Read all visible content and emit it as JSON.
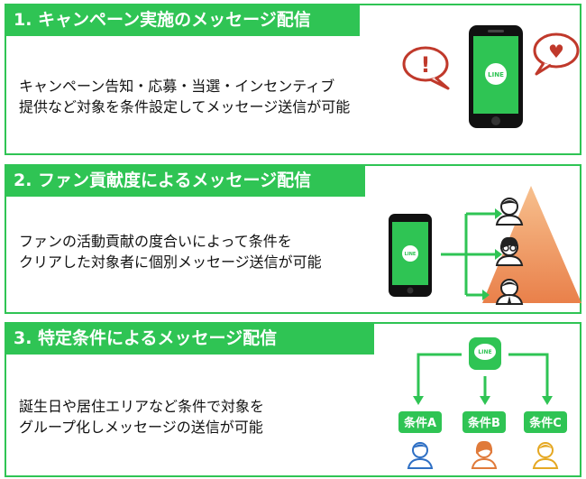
{
  "sections": [
    {
      "title": "1. キャンペーン実施のメッセージ配信",
      "lines": [
        "キャンペーン告知・応募・当選・インセンティブ",
        "提供など対象を条件設定してメッセージ送信が可能"
      ]
    },
    {
      "title": "2. ファン貢献度によるメッセージ配信",
      "lines": [
        "ファンの活動貢献の度合いによって条件を",
        "クリアした対象者に個別メッセージ送信が可能"
      ]
    },
    {
      "title": "3. 特定条件によるメッセージ配信",
      "lines": [
        "誕生日や居住エリアなど条件で対象を",
        "グループ化しメッセージの送信が可能"
      ]
    }
  ],
  "illustration": {
    "app_label": "LINE",
    "bubble_left_symbol": "!",
    "bubble_right_symbol": "♥",
    "conditions": [
      "条件A",
      "条件B",
      "条件C"
    ]
  },
  "colors": {
    "green": "#2fc454",
    "line_green": "#2fc454",
    "bubble_red": "#c0392b",
    "triangle_top": "#f29a5c",
    "triangle_bottom": "#e9804a"
  }
}
